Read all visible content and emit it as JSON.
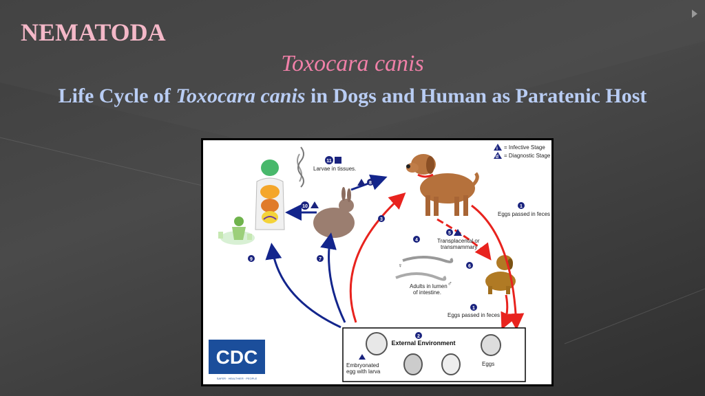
{
  "slide": {
    "title": "NEMATODA",
    "subtitle": "Toxocara canis",
    "heading_pre": "Life Cycle of ",
    "heading_italic": "Toxocara canis",
    "heading_post": " in Dogs and Human as Paratenic Host"
  },
  "colors": {
    "title": "#f4b8c8",
    "subtitle": "#f080a8",
    "heading": "#b9cdf4",
    "arrow_red": "#e8231e",
    "arrow_blue": "#13258c",
    "badge": "#1a237e"
  },
  "diagram": {
    "legend_infective": "= Infective Stage",
    "legend_diagnostic": "= Diagnostic Stage",
    "legend_i": "i",
    "legend_d": "d",
    "steps": {
      "s1a": "1",
      "s1a_label": "Eggs passed in feces",
      "s1b": "1",
      "s1b_label": "Eggs passed in feces",
      "s2": "2",
      "s2_label": "External Environment",
      "eggs_label": "Eggs",
      "embryonated_1": "Embryonated",
      "embryonated_2": "egg with larva",
      "s3": "3",
      "s4": "4",
      "s5": "5",
      "s5_label_1": "Transplacental or",
      "s5_label_2": "transmammary",
      "s6": "6",
      "adults_1": "Adults in lumen",
      "adults_2": "of intestine.",
      "s7": "7",
      "s8": "8",
      "s9": "9",
      "s10": "10",
      "s11": "11",
      "s11_label": "Larvae in tissues."
    },
    "sex_female": "♀",
    "sex_male": "♂",
    "cdc_logo": "CDC",
    "cdc_tag": "SAFER · HEALTHIER · PEOPLE"
  }
}
